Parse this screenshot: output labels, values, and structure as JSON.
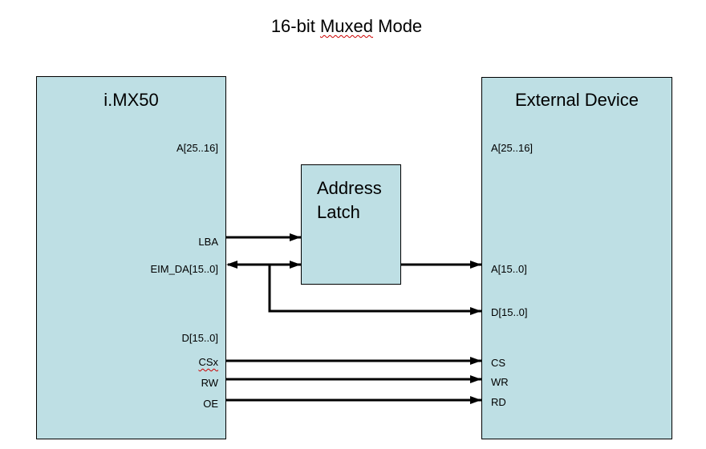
{
  "title": {
    "pre": "16-bit ",
    "misspelled_word": "Muxed",
    "post": " Mode"
  },
  "colors": {
    "box_fill": "#bedfe4",
    "box_border": "#000000",
    "line_color": "#000000",
    "squiggle_color": "#cc0000",
    "text_color": "#000000",
    "canvas_bg": "#ffffff"
  },
  "imx50": {
    "title": "i.MX50",
    "pins": {
      "a_high": "A[25..16]",
      "lba": "LBA",
      "eim_da": "EIM_DA[15..0]",
      "d": "D[15..0]",
      "csx": "CSx",
      "rw": "RW",
      "oe": "OE"
    }
  },
  "latch": {
    "line1": "Address",
    "line2": "Latch"
  },
  "external": {
    "title": "External Device",
    "pins": {
      "a_high": "A[25..16]",
      "a_low": "A[15..0]",
      "d": "D[15..0]",
      "cs": "CS",
      "wr": "WR",
      "rd": "RD"
    }
  },
  "connections": [
    {
      "from": "i.MX50 LBA",
      "to": "Address Latch",
      "style": "arrow-right"
    },
    {
      "from": "i.MX50 EIM_DA[15..0]",
      "to": "Address Latch",
      "style": "arrow-both"
    },
    {
      "from": "Address Latch",
      "to": "External Device A[15..0]",
      "style": "arrow-right"
    },
    {
      "from": "i.MX50 EIM_DA[15..0]",
      "to": "External Device D[15..0]",
      "style": "arrow-right"
    },
    {
      "from": "i.MX50 CSx",
      "to": "External Device CS",
      "style": "arrow-right"
    },
    {
      "from": "i.MX50 RW",
      "to": "External Device WR",
      "style": "arrow-right"
    },
    {
      "from": "i.MX50 OE",
      "to": "External Device RD",
      "style": "arrow-right"
    }
  ]
}
